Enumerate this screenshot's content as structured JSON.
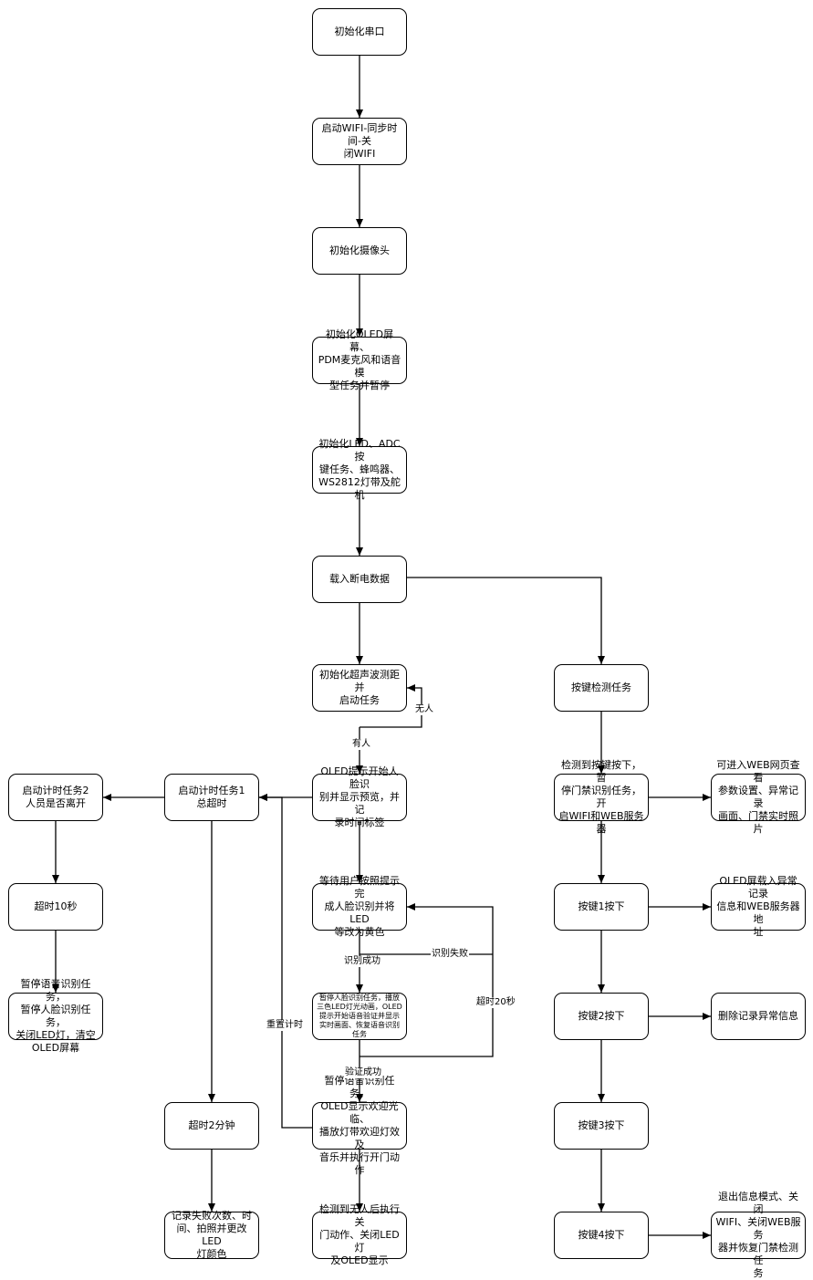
{
  "nodes": {
    "init_serial": "初始化串口",
    "start_wifi": "启动WIFI-同步时间-关\n闭WIFI",
    "init_camera": "初始化摄像头",
    "init_oled": "初始化OLED屏幕、\nPDM麦克风和语音模\n型任务并暂停",
    "init_led": "初始化LED、ADC按\n键任务、蜂鸣器、\nWS2812灯带及舵机",
    "load_data": "载入断电数据",
    "init_ultrasonic": "初始化超声波测距并\n启动任务",
    "key_detect": "按键检测任务",
    "oled_prompt": "OLED提示开始人脸识\n别并显示预览，并记\n录时间标签",
    "timer1": "启动计时任务1\n总超时",
    "timer2": "启动计时任务2\n人员是否离开",
    "timeout10": "超时10秒",
    "pause_all": "暂停语音识别任务，\n暂停人脸识别任务，\n关闭LED灯，清空\nOLED屏幕",
    "wait_face": "等待用户按照提示完\n成人脸识别并将LED\n等改为黄色",
    "pause_face": "暂停人脸识别任务，播放\n三色LED灯光动画，OLED\n提示开始语音验证并显示\n实时画面、恢复语音识别\n任务",
    "welcome": "暂停语音识别任务，\nOLED显示欢迎光临、\n播放灯带欢迎灯效及\n音乐并执行开门动作",
    "close_door": "检测到无人后执行关\n门动作、关闭LED灯\n及OLED显示",
    "timeout2min": "超时2分钟",
    "record_fail": "记录失败次数、时\n间、拍照并更改LED\n灯颜色",
    "key_pressed": "检测到按键按下，暂\n停门禁识别任务，开\n启WIFI和WEB服务器",
    "web_view": "可进入WEB网页查看\n参数设置、异常记录\n画面、门禁实时照片",
    "key1": "按键1按下",
    "oled_show": "OLED屏载入异常记录\n信息和WEB服务器地\n址",
    "key2": "按键2按下",
    "delete_record": "删除记录异常信息",
    "key3": "按键3按下",
    "key4": "按键4按下",
    "exit_info": "退出信息模式、关闭\nWIFI、关闭WEB服务\n器并恢复门禁检测任\n务"
  },
  "edge_labels": {
    "nobody": "无人",
    "someone": "有人",
    "recog_success": "识别成功",
    "recog_fail": "识别失败",
    "timeout20": "超时20秒",
    "verify_success": "验证成功",
    "reset_timer": "重置计时"
  }
}
